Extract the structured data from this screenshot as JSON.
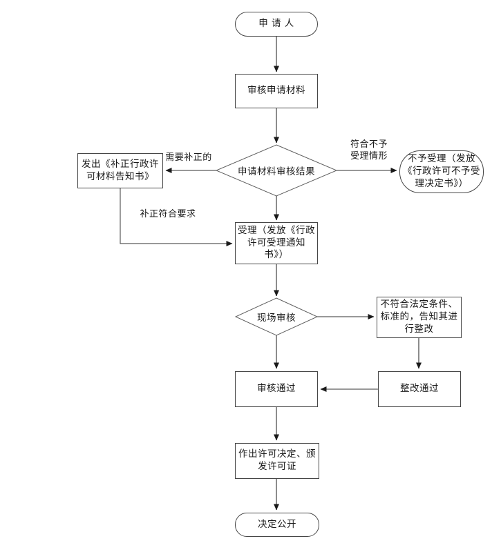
{
  "nodes": {
    "applicant": {
      "label": "申 请 人"
    },
    "review_materials": {
      "label": "审核申请材料"
    },
    "review_result": {
      "label": "申请材料审核结果"
    },
    "issue_correction_notice": {
      "label": "发出《补正行政许\n可材料告知书》"
    },
    "not_accepted": {
      "label": "不予受理（发放\n《行政许可不予受\n理决定书》）"
    },
    "accepted": {
      "label": "受理（发放《行政\n许可受理通知\n书》）"
    },
    "onsite_review": {
      "label": "现场审核"
    },
    "notify_rectification": {
      "label": "不符合法定条件、\n标准的，告知其进\n行整改"
    },
    "review_passed": {
      "label": "审核通过"
    },
    "rectification_passed": {
      "label": "整改通过"
    },
    "issue_license": {
      "label": "作出许可决定、颁\n发许可证"
    },
    "decision_public": {
      "label": "决定公开"
    }
  },
  "edge_labels": {
    "need_correction": {
      "label": "需要补正的"
    },
    "meets_not_accept": {
      "label": "符合不予\n受理情形"
    },
    "correction_meets": {
      "label": "补正符合要求"
    }
  },
  "colors": {
    "background": "#ffffff",
    "shape_border": "#454545",
    "spine_line": "#8c8c8c",
    "side_line": "#5a5a5a",
    "arrowhead": "#1a1a1a",
    "text": "#1a1a1a"
  }
}
